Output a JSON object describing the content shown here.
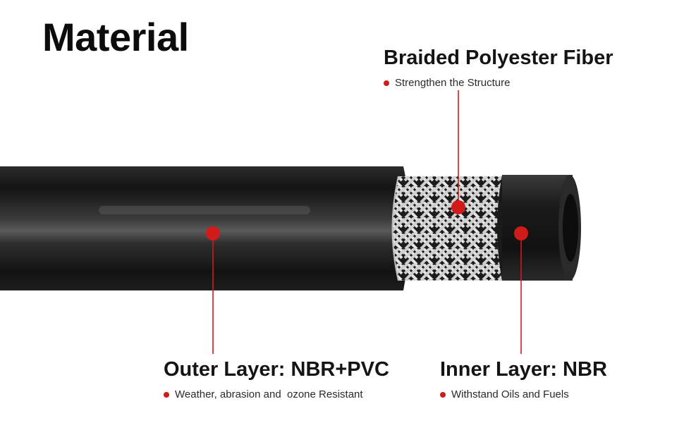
{
  "title": "Material",
  "labels": {
    "braided": {
      "heading": "Braided Polyester Fiber",
      "note": "Strengthen the Structure"
    },
    "outer": {
      "heading": "Outer Layer: NBR+PVC",
      "note": "Weather, abrasion and  ozone Resistant"
    },
    "inner": {
      "heading": "Inner Layer: NBR",
      "note": "Withstand Oils and Fuels"
    }
  },
  "colors": {
    "accent": "#d11a1a",
    "hose": "#1a1a1a",
    "braid": "#e0e0e0"
  }
}
